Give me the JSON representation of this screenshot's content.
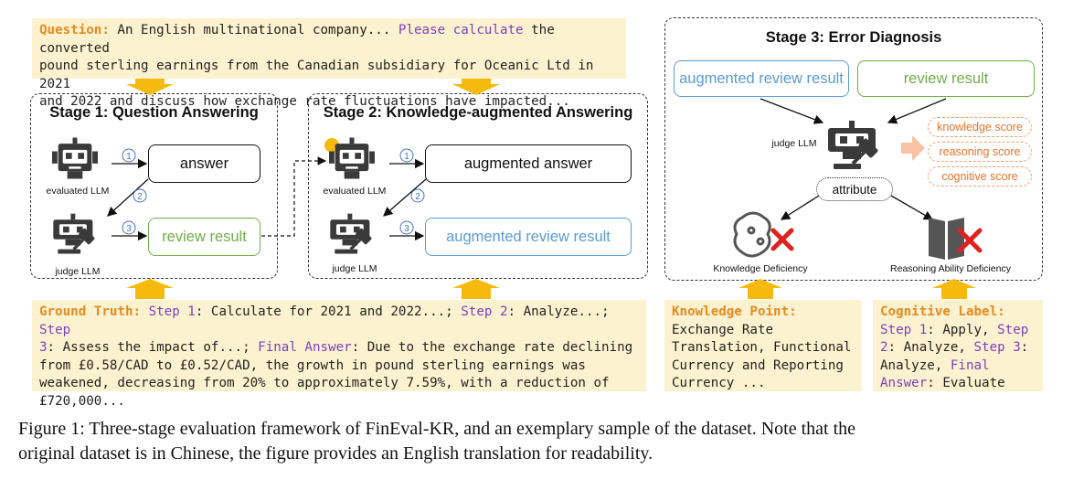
{
  "question": {
    "label": "Question:",
    "text1": " An English multinational company... ",
    "highlight": "Please calculate",
    "text2": " the converted\npound sterling earnings from the Canadian subsidiary for Oceanic Ltd in 2021\nand 2022 and discuss how exchange rate fluctuations have impacted..."
  },
  "stage1": {
    "title": "Stage 1: Question Answering",
    "evaluated_label": "evaluated LLM",
    "judge_label": "judge LLM",
    "answer": "answer",
    "review": "review result",
    "step1": "①",
    "step2": "②",
    "step3": "③"
  },
  "stage2": {
    "title": "Stage 2: Knowledge-augmented Answering",
    "evaluated_label": "evaluated LLM",
    "judge_label": "judge LLM",
    "answer": "augmented answer",
    "review": "augmented review result",
    "step1": "①",
    "step2": "②",
    "step3": "③"
  },
  "stage3": {
    "title": "Stage 3: Error Diagnosis",
    "aug_review": "augmented review result",
    "review": "review result",
    "judge_label": "judge LLM",
    "scores": [
      "knowledge score",
      "reasoning score",
      "cognitive score"
    ],
    "attribute": "attribute",
    "knowledge_def": "Knowledge Deficiency",
    "reasoning_def": "Reasoning Ability Deficiency"
  },
  "ground_truth": {
    "label": "Ground Truth:",
    "s1": " Step 1",
    "t1": ": Calculate for 2021 and 2022...; ",
    "s2": "Step 2",
    "t2": ": Analyze...; ",
    "s3": "Step\n3",
    "t3": ": Assess the impact of...; ",
    "fa": "Final Answer",
    "t4": ": Due to the exchange rate declining\nfrom £0.58/CAD to £0.52/CAD, the growth in pound sterling earnings was\nweakened, decreasing from 20% to approximately 7.59%, with a reduction of\n£720,000..."
  },
  "knowledge_point": {
    "label": "Knowledge Point:",
    "text": "Exchange Rate\nTranslation, Functional\nCurrency and Reporting\nCurrency ..."
  },
  "cognitive_label": {
    "label": "Cognitive Label:",
    "s1": "Step 1",
    "t1": ": Apply, ",
    "s2": "Step\n2",
    "t2": ": Analyze, ",
    "s3": "Step 3",
    "t3": ":\nAnalyze, ",
    "fa": "Final\nAnswer",
    "t4": ": Evaluate"
  },
  "caption": {
    "line1": "Figure 1: Three-stage evaluation framework of FinEval-KR, and an exemplary sample of the dataset. Note that the",
    "line2": "original dataset is in Chinese, the figure provides an English translation for readability."
  },
  "colors": {
    "yellow_bg": "#fdf2cf",
    "arrow_yellow": "#f6b90e",
    "orange_text": "#e88a1f",
    "purple_text": "#7b3fbf",
    "blue_box": "#5b9bd5",
    "green_box": "#70ad47",
    "red_x": "#e0221f"
  },
  "icons": [
    "robot-icon",
    "judge-robot-icon",
    "lightbulb-icon",
    "brain-circuit-icon",
    "open-book-icon",
    "red-x-icon"
  ]
}
